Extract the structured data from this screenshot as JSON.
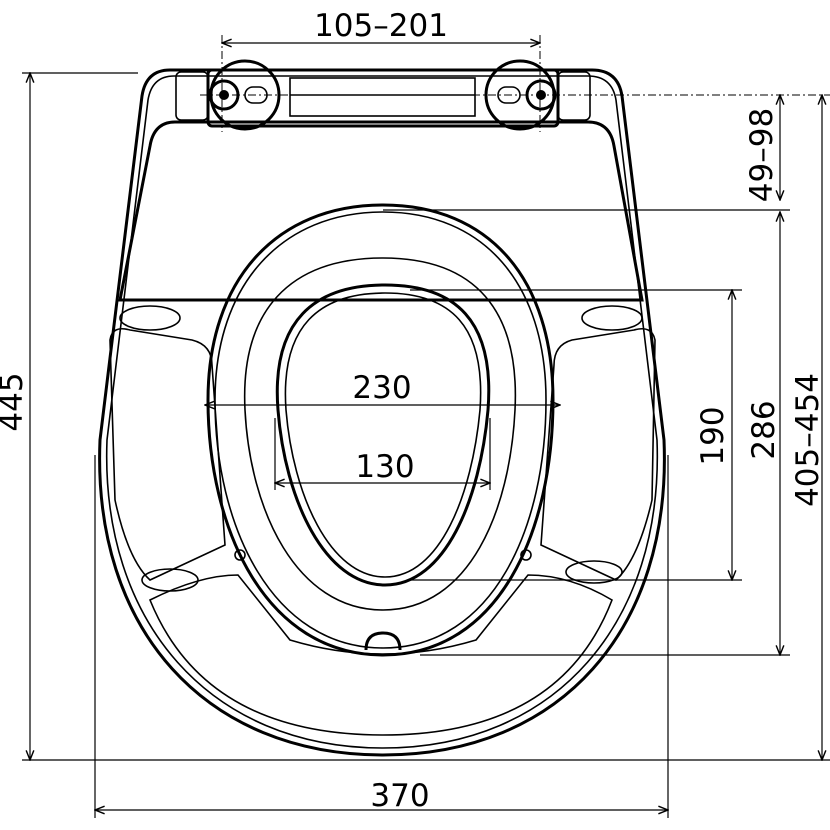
{
  "title": "Toilet seat dimensional drawing",
  "units": "mm",
  "dimensions": {
    "hinge_spacing": "105–201",
    "total_length": "445",
    "total_width": "370",
    "hinge_to_seat": "49–98",
    "hinge_to_bowl_end": "405–454",
    "seat_length": "286",
    "opening_length": "190",
    "seat_width": "230",
    "opening_width": "130"
  }
}
